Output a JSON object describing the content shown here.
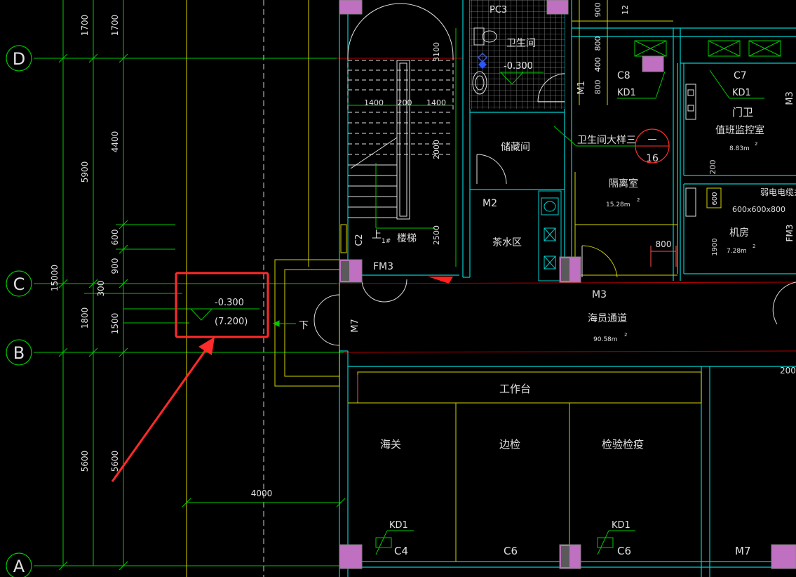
{
  "grid_axes": [
    {
      "id": "D",
      "label": "D"
    },
    {
      "id": "C",
      "label": "C"
    },
    {
      "id": "B",
      "label": "B"
    },
    {
      "id": "A",
      "label": "A"
    }
  ],
  "dimensions": {
    "outer_total": "15000",
    "col1": [
      "1700",
      "5900",
      "1800",
      "5600"
    ],
    "col2": [
      "1700",
      "4400",
      "600",
      "900",
      "300",
      "1500",
      "5600"
    ],
    "bottom_width": "4000",
    "stair_widths": [
      "1400",
      "200",
      "1400"
    ],
    "stair_side": [
      "3100",
      "2000",
      "2500"
    ],
    "toilet_dims": [
      "900",
      "800",
      "400",
      "800"
    ],
    "misc": [
      "200",
      "800",
      "600",
      "1900",
      "200",
      "12"
    ]
  },
  "elevation_callout": {
    "value": "-0.300",
    "alt_value": "(7.200)"
  },
  "toilet_elevation": "-0.300",
  "rooms": {
    "toilet": "卫生间",
    "storage": "储藏间",
    "isolation": "隔离室",
    "isolation_area": "15.28m",
    "gate_guard": "门卫",
    "monitoring": "值班监控室",
    "monitoring_area": "8.83m",
    "weak_current": "弱电电缆井",
    "weak_size": "600x600x800",
    "machine_room": "机房",
    "machine_area": "7.28m",
    "tea_area": "茶水区",
    "stair": "楼梯",
    "stair_up": "上",
    "stair_num": "1#",
    "crew_passage": "海员通道",
    "crew_area": "90.58m",
    "workbench": "工作台",
    "customs": "海关",
    "border_check": "边检",
    "quarantine": "检验检疫",
    "down": "下"
  },
  "detail_callout": {
    "label": "卫生间大样三",
    "top": "—",
    "bottom": "16"
  },
  "tags": {
    "pc3": "PC3",
    "c8": "C8",
    "c7": "C7",
    "kd1": "KD1",
    "m1": "M1",
    "m2": "M2",
    "m3": "M3",
    "m7": "M7",
    "fm3": "FM3",
    "c2": "C2",
    "c4": "C4",
    "c6": "C6",
    "sq": "2"
  }
}
